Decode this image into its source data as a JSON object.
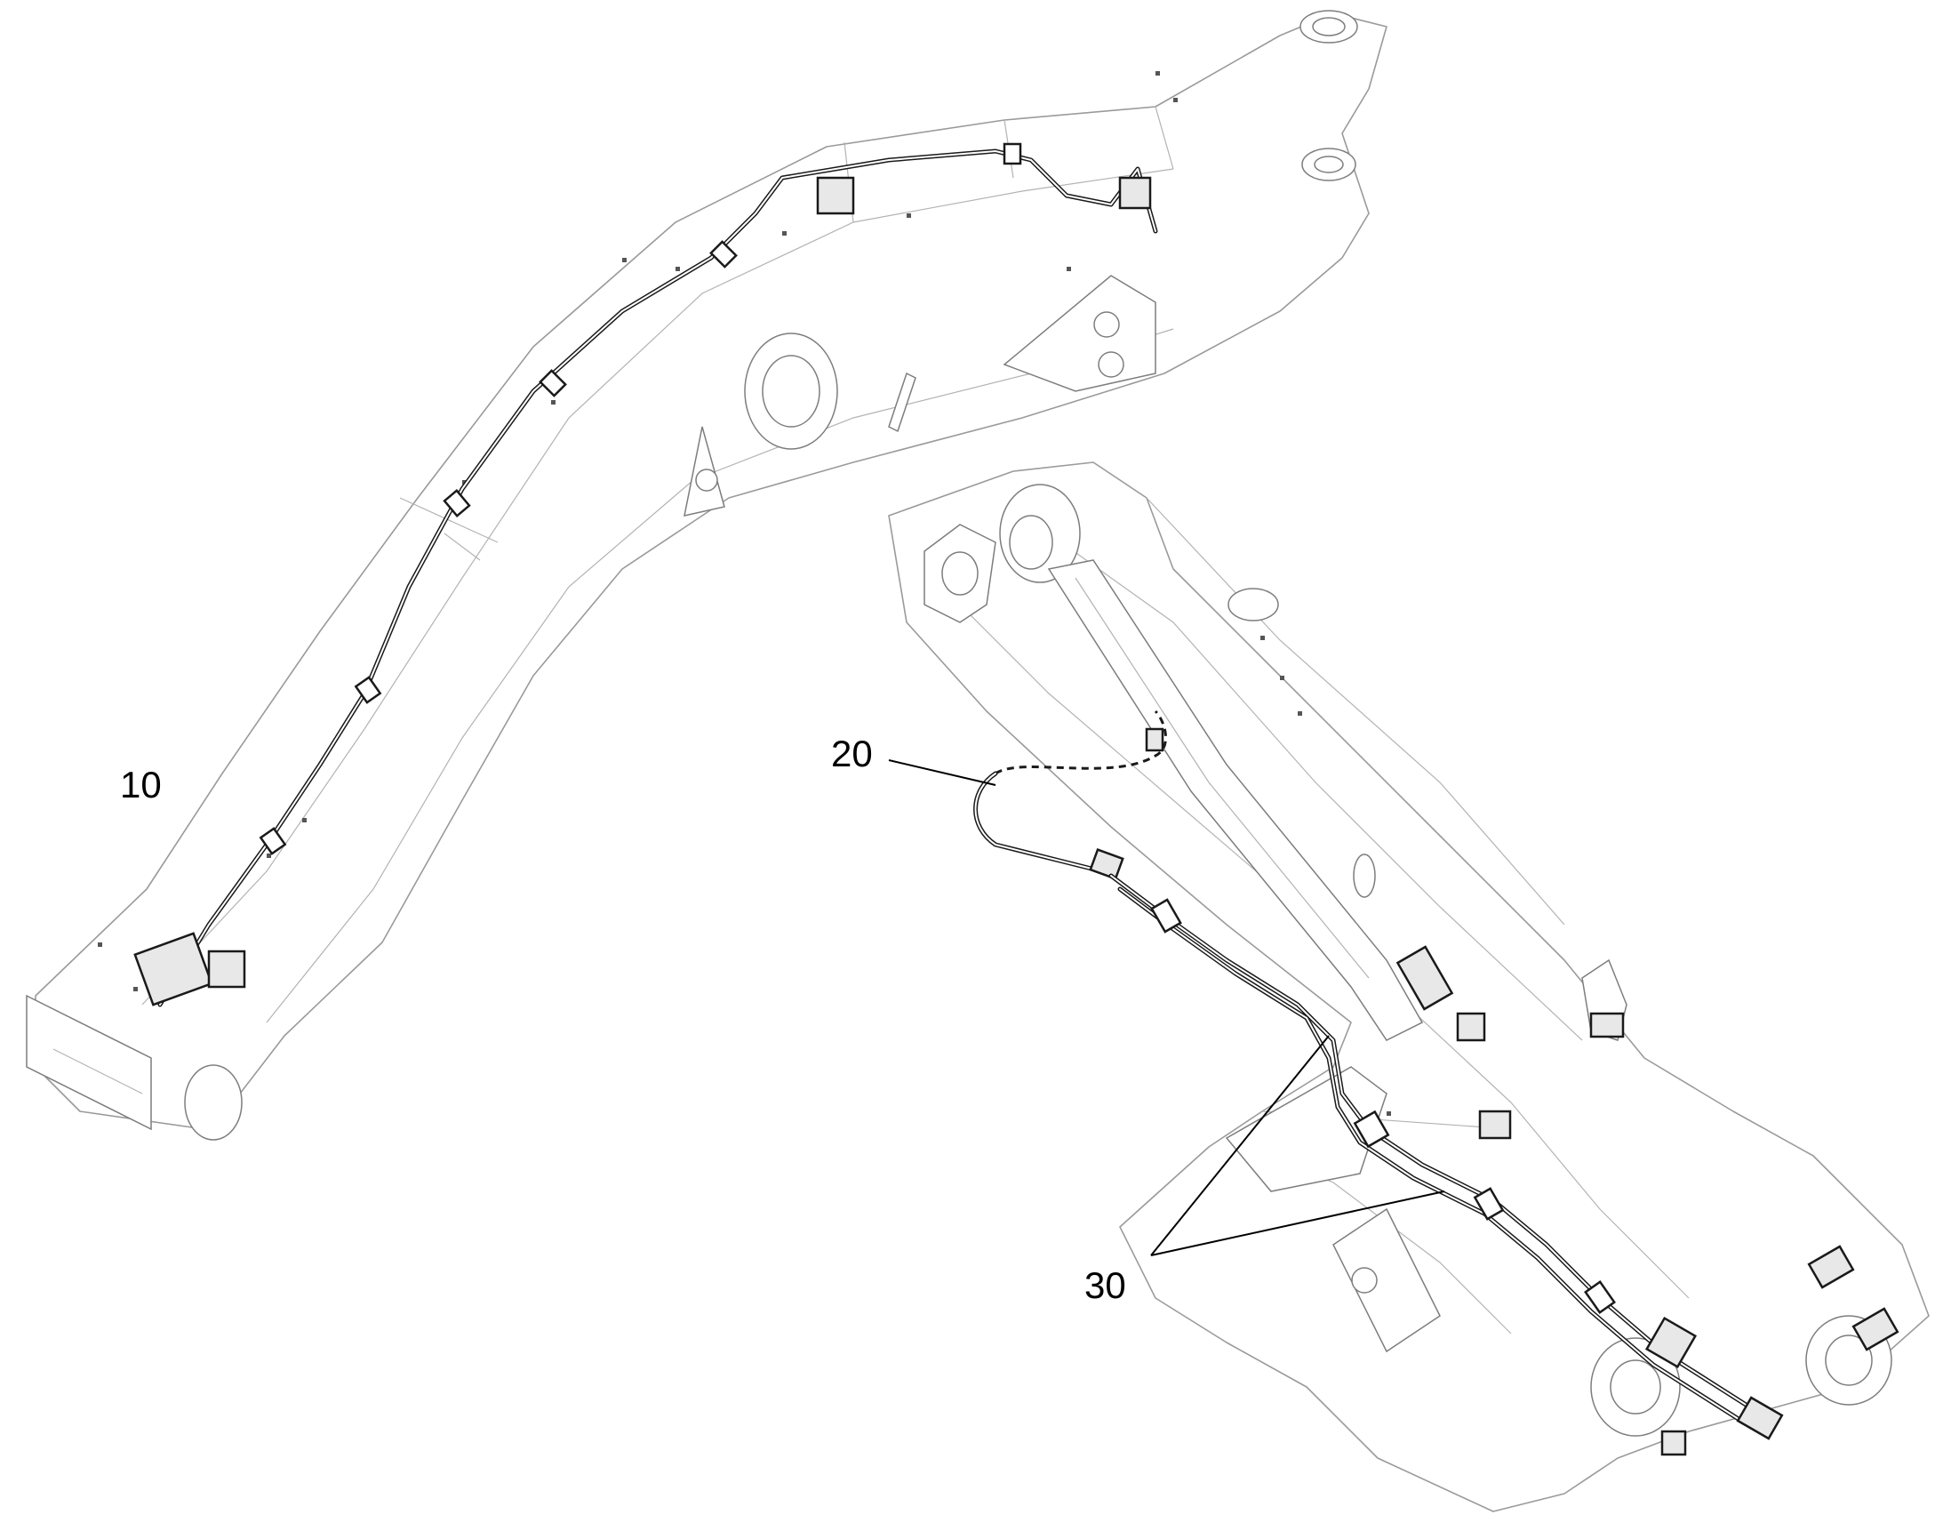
{
  "callouts": [
    {
      "id": "10",
      "label": "10"
    },
    {
      "id": "20",
      "label": "20"
    },
    {
      "id": "30",
      "label": "30"
    }
  ],
  "colors": {
    "outline": "#9a9a9a",
    "hose": "#1a1a1a",
    "text": "#000000",
    "background": "#ffffff"
  }
}
